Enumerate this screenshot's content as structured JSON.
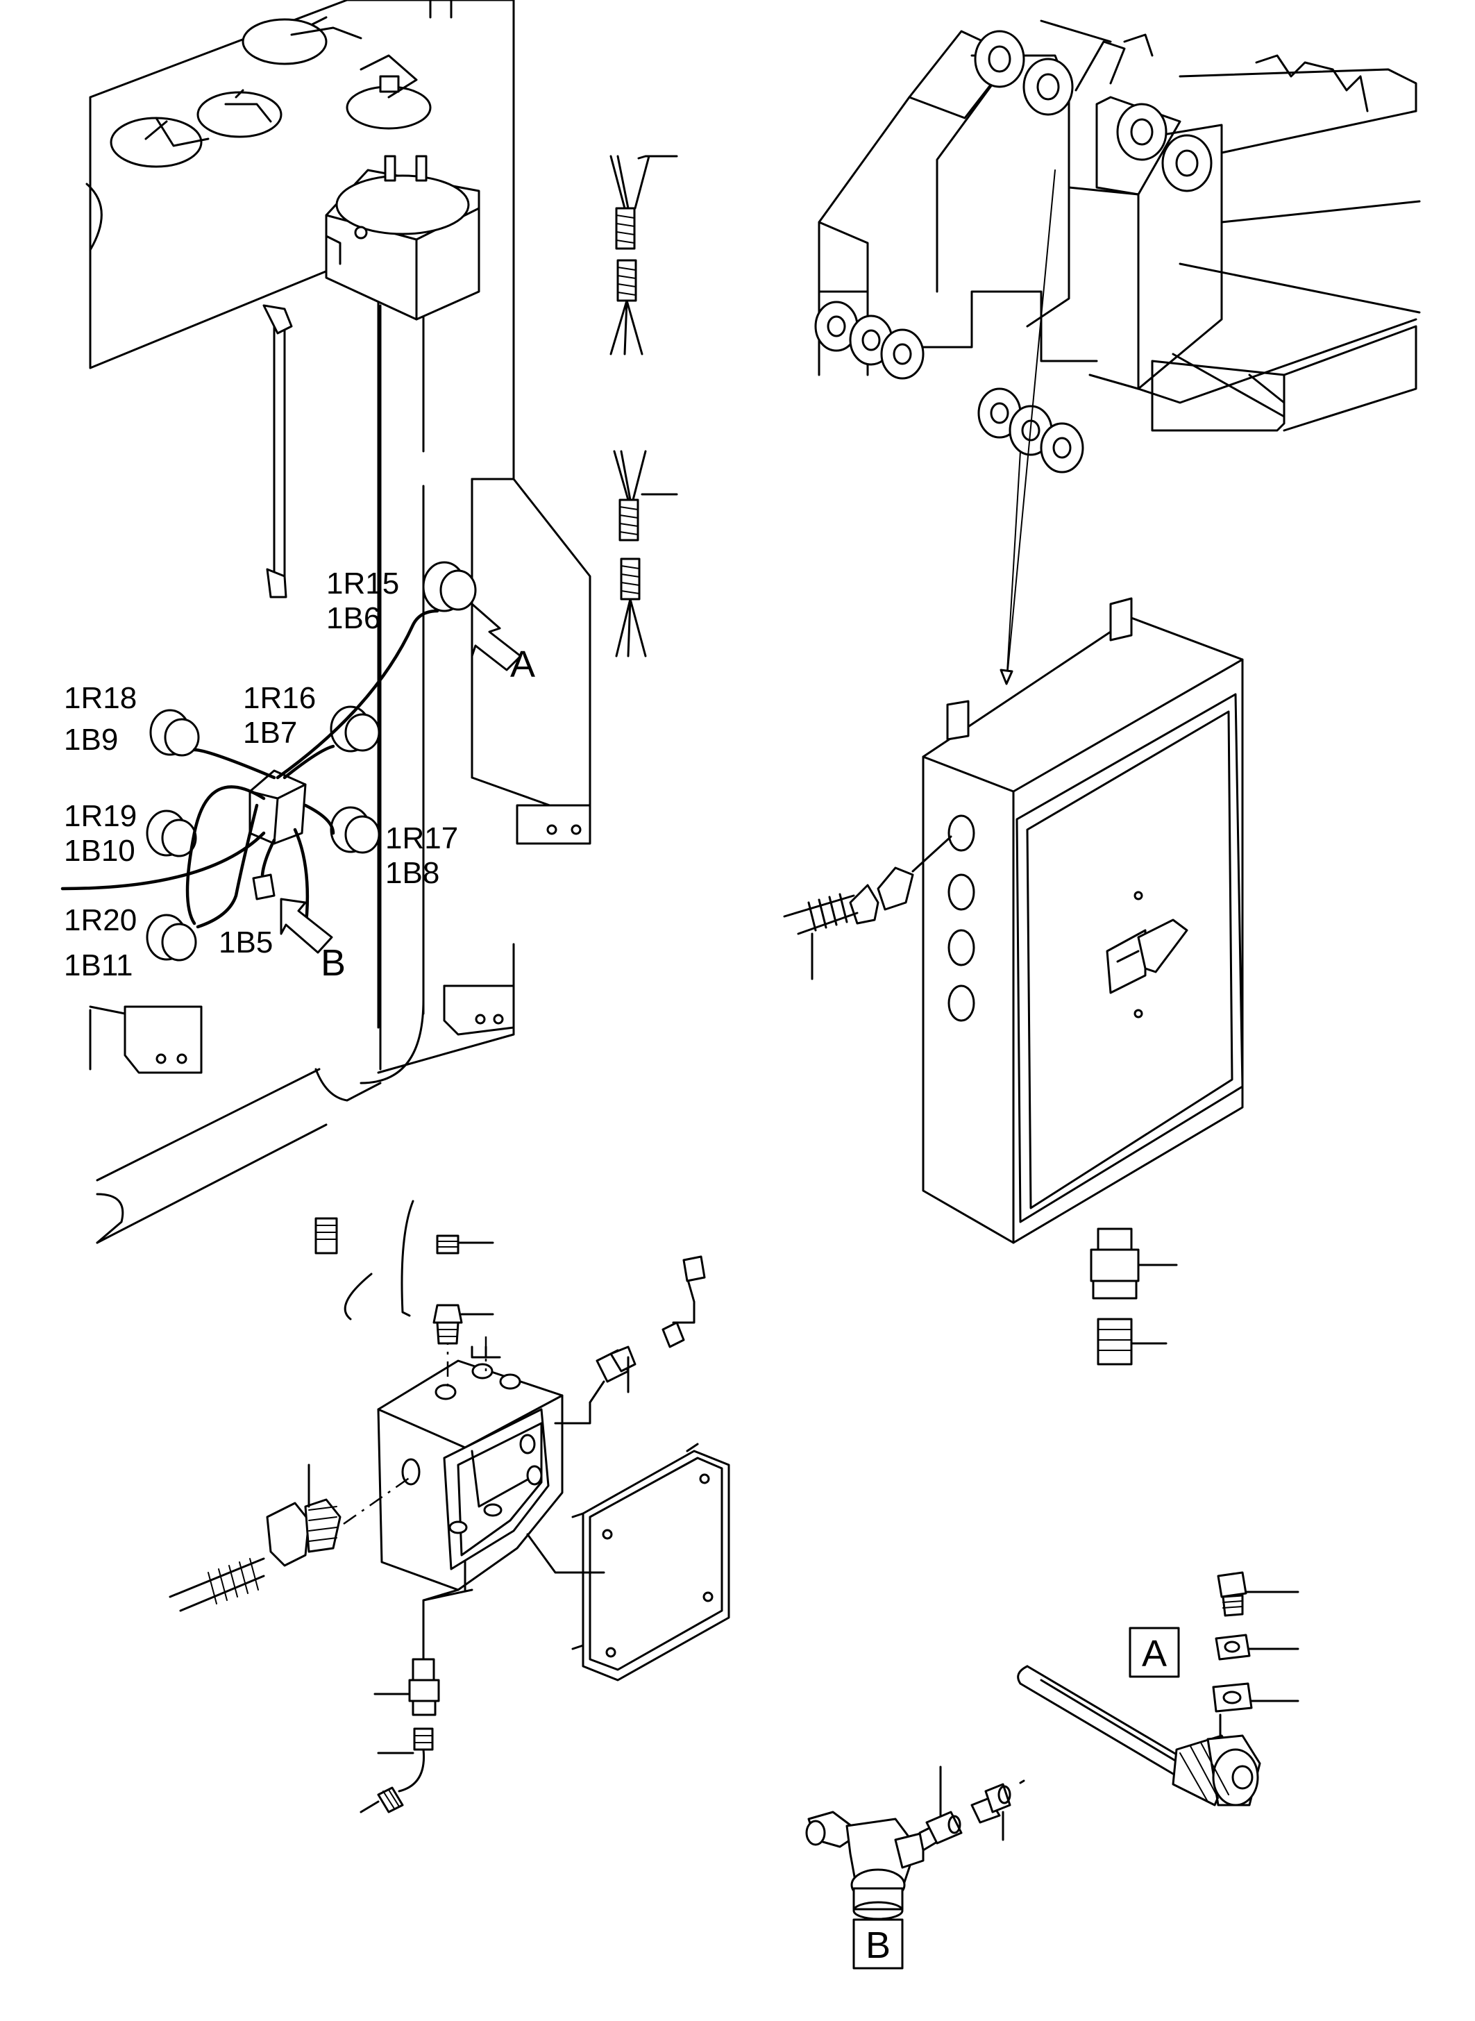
{
  "labels": {
    "conn_1r15": "1R15",
    "conn_1b6": "1B6",
    "conn_1r16": "1R16",
    "conn_1b7": "1B7",
    "conn_1r17": "1R17",
    "conn_1b8": "1B8",
    "conn_1r18": "1R18",
    "conn_1b9": "1B9",
    "conn_1r19": "1R19",
    "conn_1b10": "1B10",
    "conn_1r20": "1R20",
    "conn_1b11": "1B11",
    "conn_1b5": "1B5",
    "arrow_a": "A",
    "arrow_b": "B",
    "detail_a": "A",
    "detail_b": "B"
  }
}
